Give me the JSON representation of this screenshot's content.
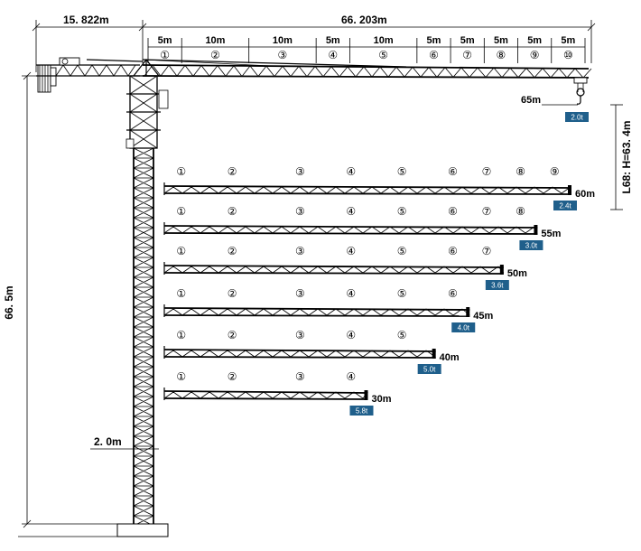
{
  "dimensions": {
    "counter_jib": "15. 822m",
    "jib_total": "66. 203m",
    "tower_height": "66. 5m",
    "hook_height": "L68: H=63. 4m",
    "mast_width": "2. 0m",
    "max_radius_label": "65m"
  },
  "main_jib": {
    "segments": [
      {
        "len": "5m",
        "num": "①",
        "start": 0,
        "end": 5
      },
      {
        "len": "10m",
        "num": "②",
        "start": 5,
        "end": 15
      },
      {
        "len": "10m",
        "num": "③",
        "start": 15,
        "end": 25
      },
      {
        "len": "5m",
        "num": "④",
        "start": 25,
        "end": 30
      },
      {
        "len": "10m",
        "num": "⑤",
        "start": 30,
        "end": 40
      },
      {
        "len": "5m",
        "num": "⑥",
        "start": 40,
        "end": 45
      },
      {
        "len": "5m",
        "num": "⑦",
        "start": 45,
        "end": 50
      },
      {
        "len": "5m",
        "num": "⑧",
        "start": 50,
        "end": 55
      },
      {
        "len": "5m",
        "num": "⑨",
        "start": 55,
        "end": 60
      },
      {
        "len": "5m",
        "num": "⑩",
        "start": 60,
        "end": 65
      }
    ],
    "tip_load": "2.0t"
  },
  "jib_configs": [
    {
      "length_label": "60m",
      "length": 60,
      "load": "2.4t",
      "nums": [
        "①",
        "②",
        "③",
        "④",
        "⑤",
        "⑥",
        "⑦",
        "⑧",
        "⑨"
      ]
    },
    {
      "length_label": "55m",
      "length": 55,
      "load": "3.0t",
      "nums": [
        "①",
        "②",
        "③",
        "④",
        "⑤",
        "⑥",
        "⑦",
        "⑧"
      ]
    },
    {
      "length_label": "50m",
      "length": 50,
      "load": "3.6t",
      "nums": [
        "①",
        "②",
        "③",
        "④",
        "⑤",
        "⑥",
        "⑦"
      ]
    },
    {
      "length_label": "45m",
      "length": 45,
      "load": "4.0t",
      "nums": [
        "①",
        "②",
        "③",
        "④",
        "⑤",
        "⑥"
      ]
    },
    {
      "length_label": "40m",
      "length": 40,
      "load": "5.0t",
      "nums": [
        "①",
        "②",
        "③",
        "④",
        "⑤"
      ]
    },
    {
      "length_label": "30m",
      "length": 30,
      "load": "5.8t",
      "nums": [
        "①",
        "②",
        "③",
        "④"
      ]
    }
  ],
  "colors": {
    "line": "#000000",
    "load_box": "#1f5f8b",
    "load_text": "#ffffff"
  }
}
